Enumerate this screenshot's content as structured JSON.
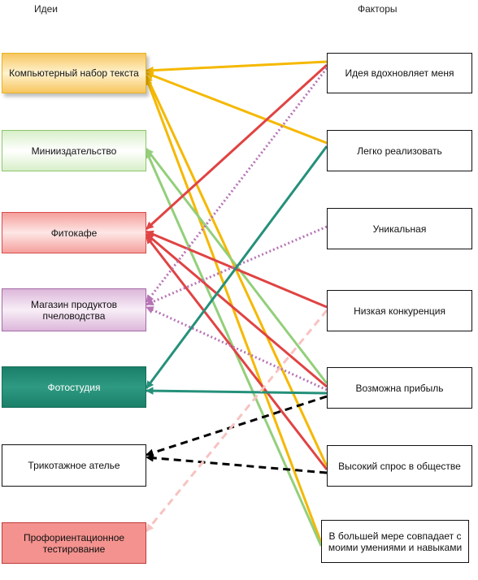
{
  "headers": {
    "ideas": "Идеи",
    "factors": "Факторы"
  },
  "ideas": [
    "Компьютерный набор текста",
    "Минииздательство",
    "Фитокафе",
    "Магазин продуктов пчеловодства",
    "Фотостудия",
    "Трикотажное ателье",
    "Профориентационное тестирование"
  ],
  "factors": [
    "Идея вдохновляет меня",
    "Легко реализовать",
    "Уникальная",
    "Низкая конкуренция",
    "Возможна прибыль",
    "Высокий спрос в обществе",
    "В большей мере совпадает с моими умениями и навыками"
  ],
  "connections": [
    {
      "from_factor": 0,
      "to_idea": 0,
      "color": "#f5b800",
      "style": "solid"
    },
    {
      "from_factor": 1,
      "to_idea": 0,
      "color": "#f5b800",
      "style": "solid"
    },
    {
      "from_factor": 5,
      "to_idea": 0,
      "color": "#f5b800",
      "style": "solid"
    },
    {
      "from_factor": 6,
      "to_idea": 0,
      "color": "#f5b800",
      "style": "solid"
    },
    {
      "from_factor": 4,
      "to_idea": 1,
      "color": "#93cf7a",
      "style": "solid"
    },
    {
      "from_factor": 6,
      "to_idea": 1,
      "color": "#93cf7a",
      "style": "solid"
    },
    {
      "from_factor": 0,
      "to_idea": 2,
      "color": "#e04343",
      "style": "solid"
    },
    {
      "from_factor": 3,
      "to_idea": 2,
      "color": "#e04343",
      "style": "solid"
    },
    {
      "from_factor": 4,
      "to_idea": 2,
      "color": "#e04343",
      "style": "solid"
    },
    {
      "from_factor": 5,
      "to_idea": 2,
      "color": "#e04343",
      "style": "solid"
    },
    {
      "from_factor": 0,
      "to_idea": 3,
      "color": "#b774b5",
      "style": "dotted"
    },
    {
      "from_factor": 2,
      "to_idea": 3,
      "color": "#b774b5",
      "style": "dotted"
    },
    {
      "from_factor": 4,
      "to_idea": 3,
      "color": "#b774b5",
      "style": "dotted"
    },
    {
      "from_factor": 1,
      "to_idea": 4,
      "color": "#25907a",
      "style": "solid"
    },
    {
      "from_factor": 4,
      "to_idea": 4,
      "color": "#25907a",
      "style": "solid"
    },
    {
      "from_factor": 4,
      "to_idea": 5,
      "color": "#000000",
      "style": "dashed"
    },
    {
      "from_factor": 5,
      "to_idea": 5,
      "color": "#000000",
      "style": "dashed"
    },
    {
      "from_factor": 3,
      "to_idea": 6,
      "color": "#f7c3c1",
      "style": "dashed"
    }
  ]
}
